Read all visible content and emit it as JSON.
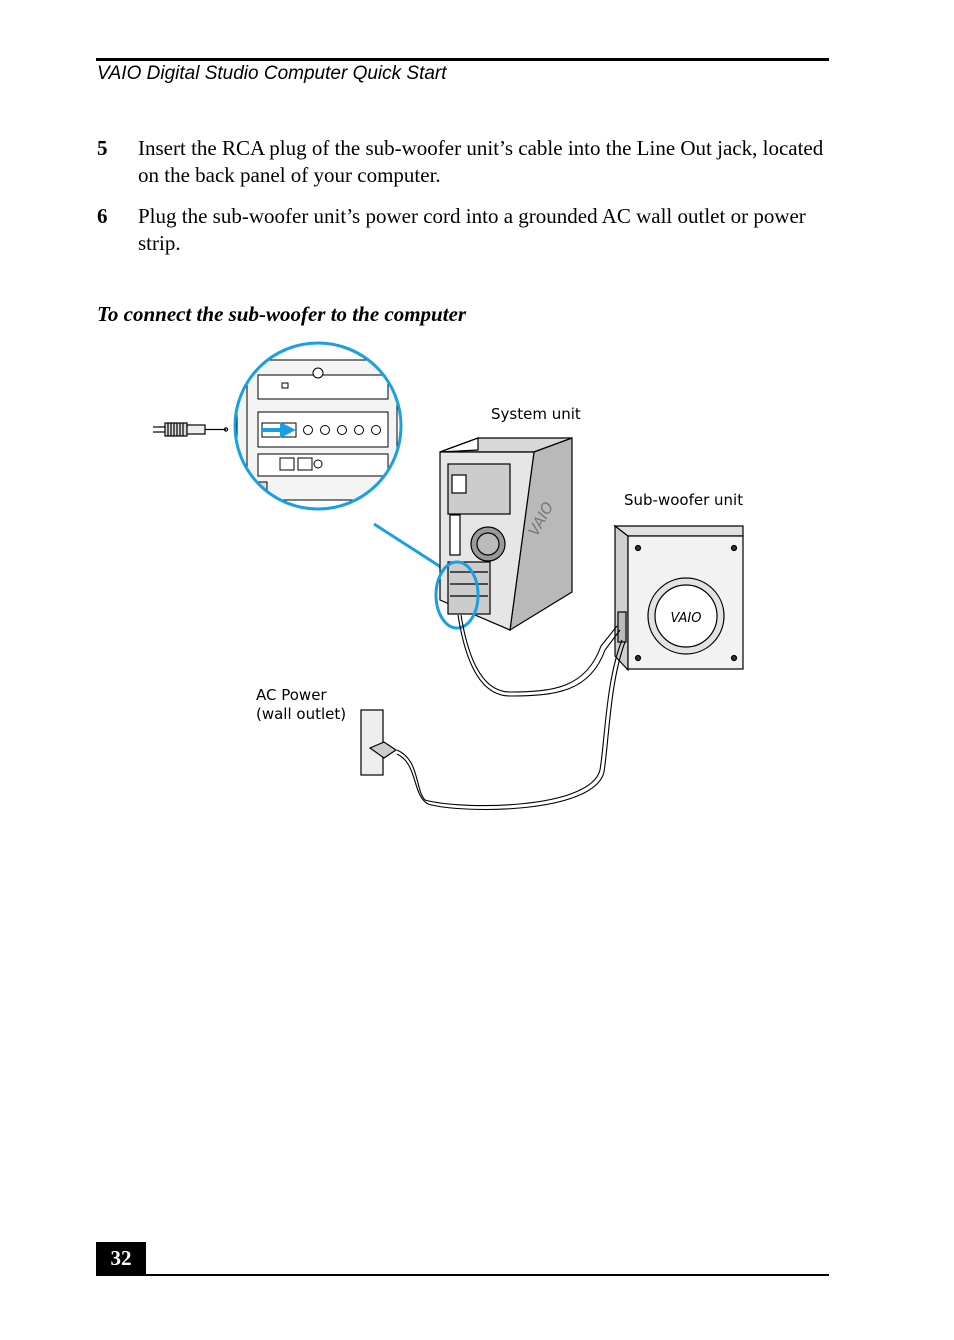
{
  "header": {
    "title": "VAIO Digital Studio Computer Quick Start"
  },
  "steps": [
    {
      "number": "5",
      "text": "Insert the RCA plug of the sub-woofer unit’s cable into the Line Out jack, located on the back panel of your computer."
    },
    {
      "number": "6",
      "text": "Plug the sub-woofer unit’s power cord into a grounded AC wall outlet or power strip."
    }
  ],
  "section_heading": "To connect the sub-woofer to the computer",
  "figure": {
    "labels": {
      "system_unit": "System unit",
      "subwoofer_unit": "Sub-woofer unit",
      "ac_power": "AC Power\n(wall outlet)"
    },
    "highlight_color": "#1aa0e0",
    "brand_mark": "VAIO"
  },
  "footer": {
    "page_number": "32"
  }
}
